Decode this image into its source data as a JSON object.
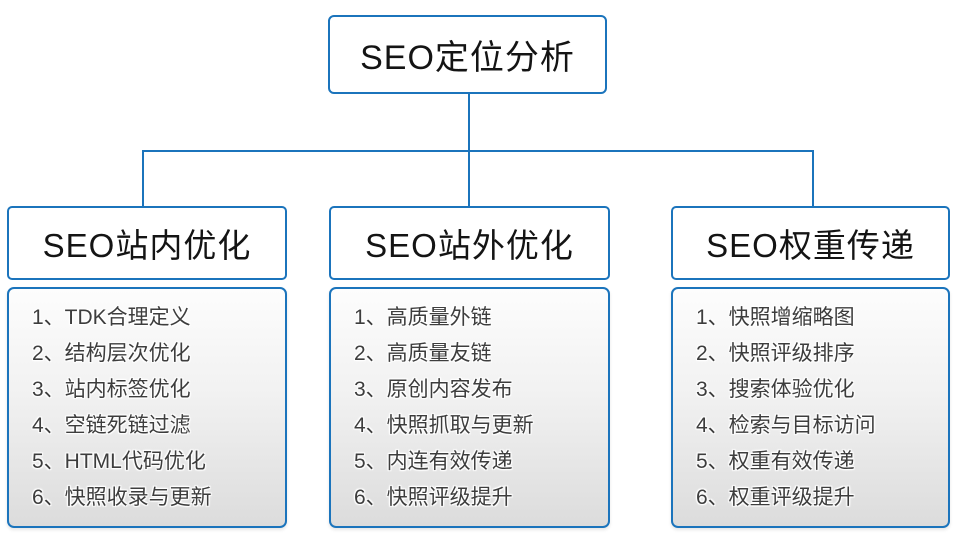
{
  "root": {
    "title": "SEO定位分析"
  },
  "columns": [
    {
      "title": "SEO站内优化",
      "items": [
        "1、TDK合理定义",
        "2、结构层次优化",
        "3、站内标签优化",
        "4、空链死链过滤",
        "5、HTML代码优化",
        "6、快照收录与更新"
      ]
    },
    {
      "title": "SEO站外优化",
      "items": [
        "1、高质量外链",
        "2、高质量友链",
        "3、原创内容发布",
        "4、快照抓取与更新",
        "5、内连有效传递",
        "6、快照评级提升"
      ]
    },
    {
      "title": "SEO权重传递",
      "items": [
        "1、快照增缩略图",
        "2、快照评级排序",
        "3、搜索体验优化",
        "4、检索与目标访问",
        "5、权重有效传递",
        "6、权重评级提升"
      ]
    }
  ],
  "colors": {
    "border_blue": "#1b74bc",
    "panel_gradient_top": "#fdfdfd",
    "panel_gradient_bottom": "#dcdcdc",
    "header_text": "#141414",
    "item_text": "#3d3d3d",
    "background": "#ffffff"
  }
}
